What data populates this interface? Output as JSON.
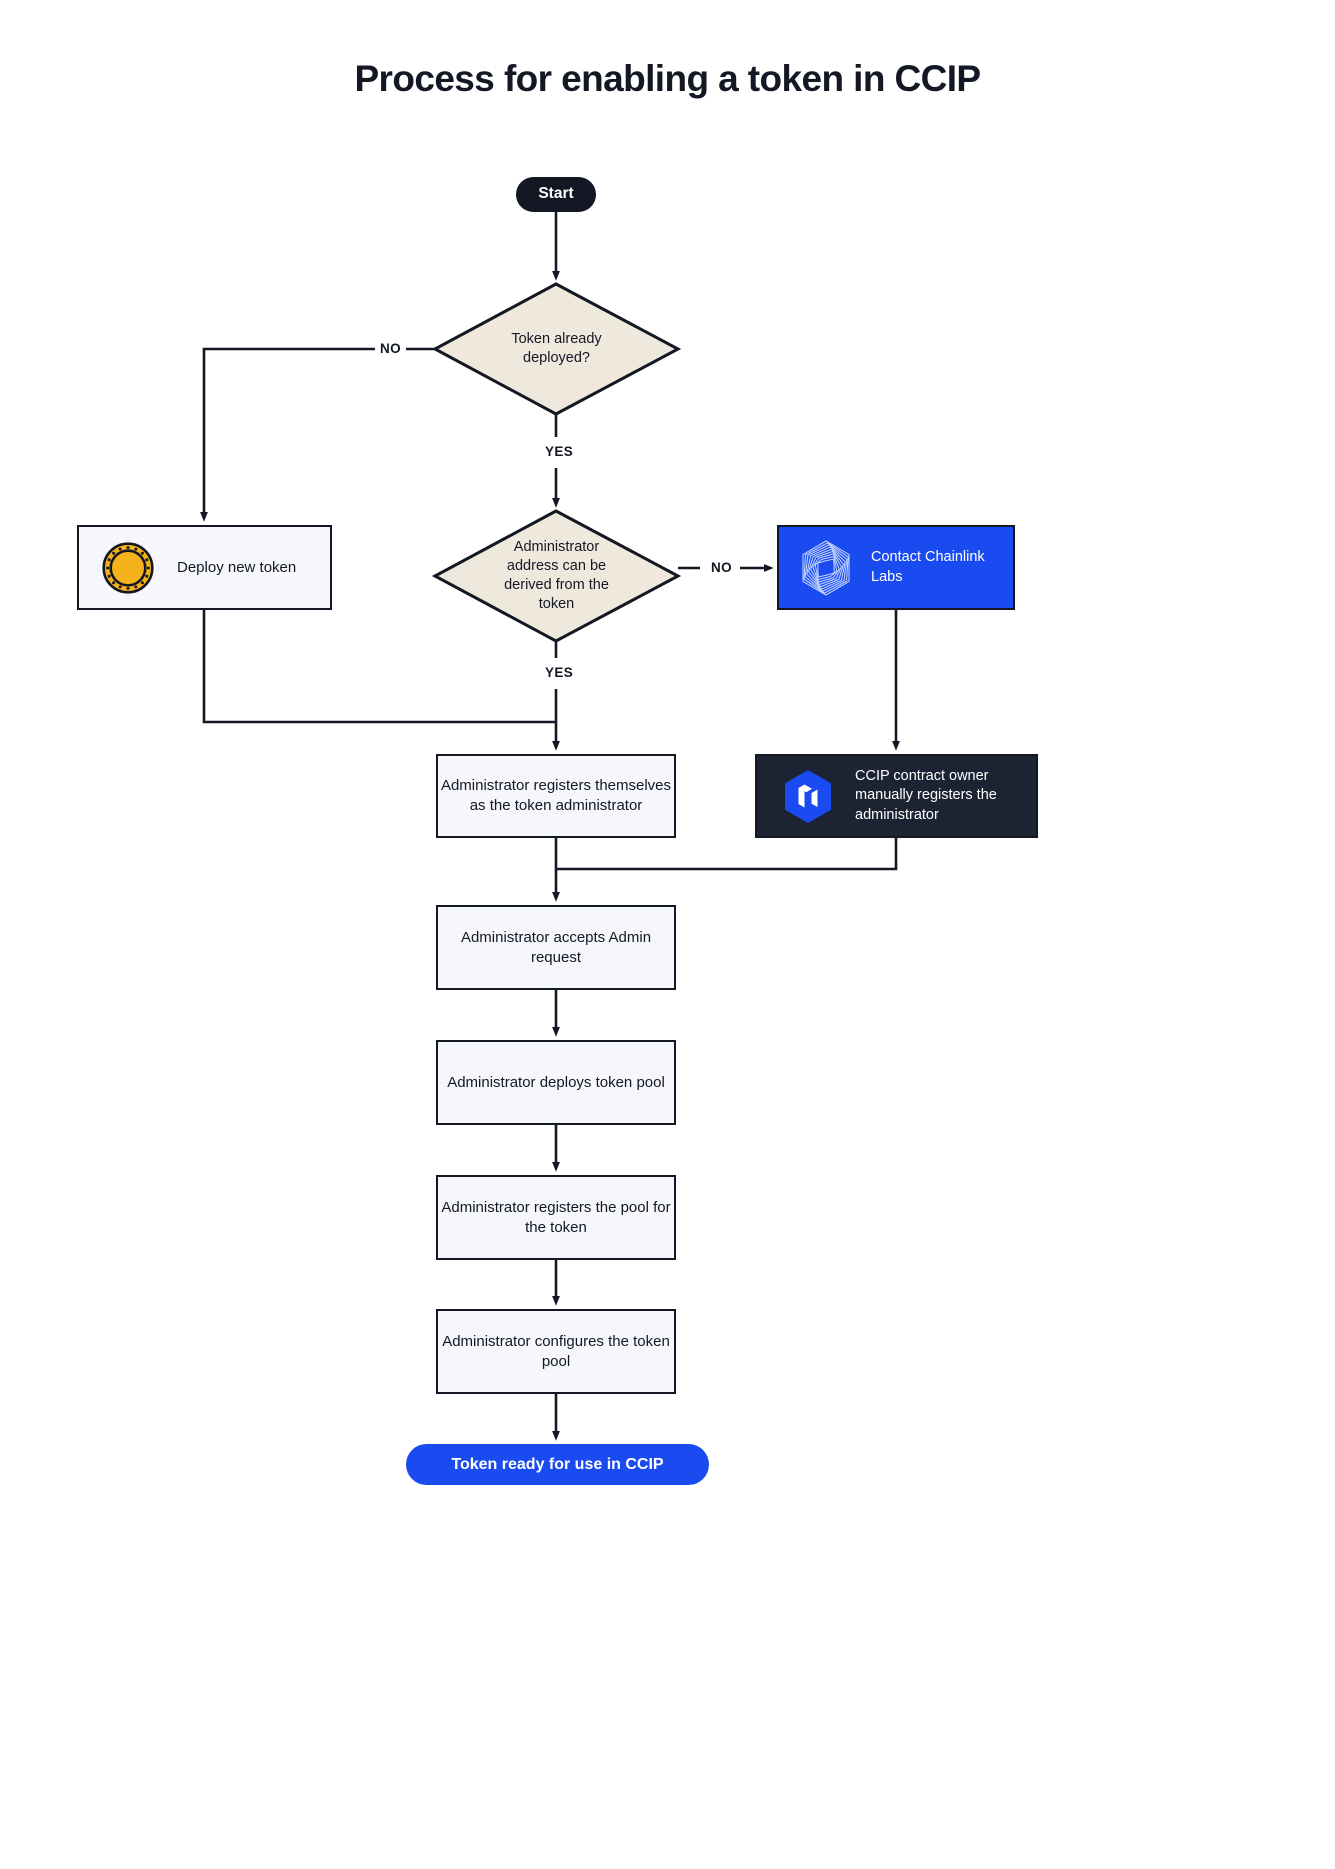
{
  "page": {
    "title": "Process for enabling a token in CCIP",
    "background": "#ffffff"
  },
  "colors": {
    "ink": "#141824",
    "decision_fill": "#efe8dd",
    "process_fill": "#f6f7fc",
    "chainlink_blue": "#1a4bf0",
    "ccip_dark": "#1c2333",
    "coin_gold": "#f5b21a",
    "white": "#ffffff"
  },
  "flowchart": {
    "type": "flowchart",
    "orientation": "top-to-bottom",
    "nodes": [
      {
        "id": "start",
        "shape": "pill",
        "label": "Start",
        "fill": "#141824",
        "text_color": "#ffffff"
      },
      {
        "id": "decision_deployed",
        "shape": "diamond",
        "label": "Token already deployed?",
        "fill": "#efe8dd"
      },
      {
        "id": "deploy_token",
        "shape": "rect",
        "label": "Deploy new token",
        "fill": "#f6f7fc",
        "icon": "coin-icon"
      },
      {
        "id": "decision_admin_derived",
        "shape": "diamond",
        "label": "Administrator address can be derived from the token",
        "fill": "#efe8dd"
      },
      {
        "id": "contact_chainlink",
        "shape": "rect",
        "label": "Contact Chainlink Labs",
        "fill": "#1a4bf0",
        "text_color": "#ffffff",
        "icon": "chainlink-spiral-icon"
      },
      {
        "id": "register_self",
        "shape": "rect",
        "label": "Administrator registers themselves as the token administrator",
        "fill": "#f6f7fc"
      },
      {
        "id": "ccip_owner_registers",
        "shape": "rect",
        "label": "CCIP contract owner manually registers the administrator",
        "fill": "#1c2333",
        "text_color": "#ffffff",
        "icon": "ccip-hex-icon"
      },
      {
        "id": "accept_admin",
        "shape": "rect",
        "label": "Administrator accepts Admin request",
        "fill": "#f6f7fc"
      },
      {
        "id": "deploy_pool",
        "shape": "rect",
        "label": "Administrator deploys token pool",
        "fill": "#f6f7fc"
      },
      {
        "id": "register_pool",
        "shape": "rect",
        "label": "Administrator registers the pool for the token",
        "fill": "#f6f7fc"
      },
      {
        "id": "configure_pool",
        "shape": "rect",
        "label": "Administrator configures the token pool",
        "fill": "#f6f7fc"
      },
      {
        "id": "end",
        "shape": "pill",
        "label": "Token ready for use in CCIP",
        "fill": "#1a4bf0",
        "text_color": "#ffffff"
      }
    ],
    "edges": [
      {
        "from": "start",
        "to": "decision_deployed",
        "label": ""
      },
      {
        "from": "decision_deployed",
        "to": "deploy_token",
        "label": "NO"
      },
      {
        "from": "decision_deployed",
        "to": "decision_admin_derived",
        "label": "YES"
      },
      {
        "from": "deploy_token",
        "to": "register_self",
        "label": ""
      },
      {
        "from": "decision_admin_derived",
        "to": "contact_chainlink",
        "label": "NO"
      },
      {
        "from": "decision_admin_derived",
        "to": "register_self",
        "label": "YES"
      },
      {
        "from": "contact_chainlink",
        "to": "ccip_owner_registers",
        "label": ""
      },
      {
        "from": "register_self",
        "to": "accept_admin",
        "label": ""
      },
      {
        "from": "ccip_owner_registers",
        "to": "accept_admin",
        "label": ""
      },
      {
        "from": "accept_admin",
        "to": "deploy_pool",
        "label": ""
      },
      {
        "from": "deploy_pool",
        "to": "register_pool",
        "label": ""
      },
      {
        "from": "register_pool",
        "to": "configure_pool",
        "label": ""
      },
      {
        "from": "configure_pool",
        "to": "end",
        "label": ""
      }
    ]
  },
  "nodes": {
    "start": {
      "label": "Start"
    },
    "decision_deployed": {
      "label": "Token already deployed?"
    },
    "deploy_token": {
      "label": "Deploy new token"
    },
    "decision_admin_derived": {
      "label": "Administrator address can be derived from the token"
    },
    "contact_chainlink": {
      "label": "Contact Chainlink Labs"
    },
    "register_self": {
      "label": "Administrator registers themselves as the token administrator"
    },
    "ccip_owner_registers": {
      "label": "CCIP contract owner manually registers the administrator"
    },
    "accept_admin": {
      "label": "Administrator accepts Admin request"
    },
    "deploy_pool": {
      "label": "Administrator deploys token pool"
    },
    "register_pool": {
      "label": "Administrator registers the pool for the token"
    },
    "configure_pool": {
      "label": "Administrator configures the token pool"
    },
    "end": {
      "label": "Token ready for use in CCIP"
    }
  },
  "edge_labels": {
    "no_1": "NO",
    "yes_1": "YES",
    "no_2": "NO",
    "yes_2": "YES"
  }
}
